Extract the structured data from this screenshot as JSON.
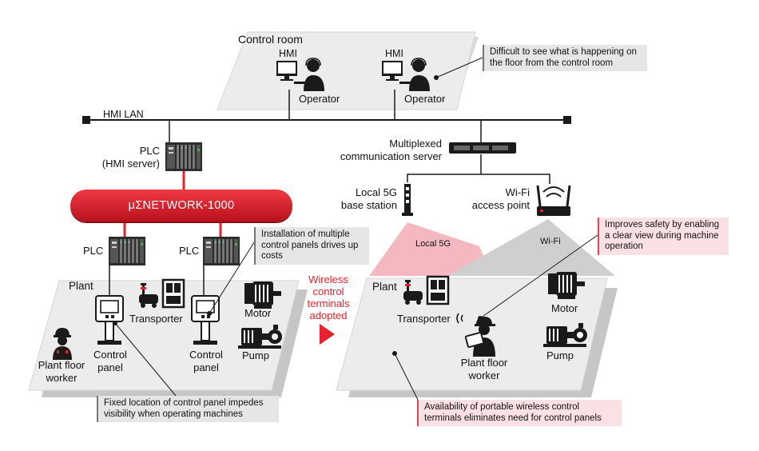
{
  "control_room": {
    "title": "Control room",
    "hmi_left": "HMI",
    "hmi_right": "HMI",
    "operator_left": "Operator",
    "operator_right": "Operator",
    "note": "Difficult to see what is happening on the floor from the control room"
  },
  "network": {
    "hmi_lan": "HMI LAN",
    "plc_server": "PLC\n(HMI server)",
    "mux_server": "Multiplexed\ncommunication server",
    "controller_network": "μΣNETWORK-1000",
    "local5g_station": "Local 5G\nbase station",
    "wifi_ap": "Wi-Fi\naccess point",
    "local5g_beam": "Local 5G",
    "wifi_beam": "Wi-Fi"
  },
  "left_plant": {
    "title": "Plant",
    "plc_left": "PLC",
    "plc_right": "PLC",
    "transporter": "Transporter",
    "motor": "Motor",
    "pump": "Pump",
    "control_panel_left": "Control\npanel",
    "control_panel_right": "Control\npanel",
    "worker": "Plant floor\nworker",
    "note_cost": "Installation of multiple control panels drives up costs",
    "note_location": "Fixed location of control panel impedes visibility when operating machines"
  },
  "transition": {
    "label": "Wireless\ncontrol\nterminals\nadopted",
    "arrow_color": "#e8222d"
  },
  "right_plant": {
    "title": "Plant",
    "transporter": "Transporter",
    "motor": "Motor",
    "pump": "Pump",
    "worker": "Plant floor\nworker",
    "note_safety": "Improves safety by enabling a clear view during machine operation",
    "note_portable": "Availability of portable wireless control terminals eliminates need for control panels"
  },
  "colors": {
    "accent_red": "#e8222d",
    "pink_note": "#fbe1e4",
    "gray_note": "#e6e6e6",
    "floor_gray": "#ececec"
  },
  "icons": [
    "monitor-icon",
    "operator-icon",
    "plc-icon",
    "server-icon",
    "antenna-icon",
    "router-icon",
    "transporter-icon",
    "motor-icon",
    "pump-icon",
    "control-panel-icon",
    "worker-icon",
    "tablet-worker-icon",
    "arrow-icon"
  ]
}
